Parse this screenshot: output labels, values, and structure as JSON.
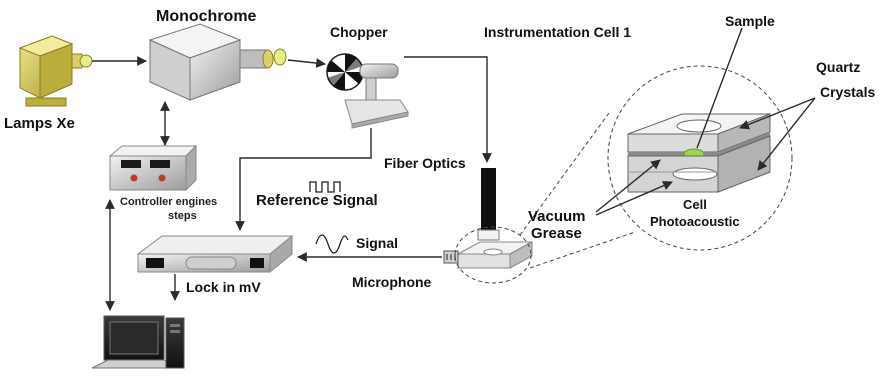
{
  "labels": {
    "monochrome": "Monochrome",
    "chopper": "Chopper",
    "instrumentation_cell": "Instrumentation Cell  1",
    "sample": "Sample",
    "quartz": "Quartz",
    "crystals": "Crystals",
    "lamps": "Lamps Xe",
    "fiber_optics": "Fiber Optics",
    "controller_line1": "Controller engines",
    "controller_line2": "steps",
    "reference_signal": "Reference Signal",
    "vacuum": "Vacuum",
    "grease": "Grease",
    "cell": "Cell",
    "photoacoustic": "Photoacoustic",
    "signal": "Signal",
    "lockin": "Lock in mV",
    "microphone": "Microphone"
  },
  "colors": {
    "line": "#2b2b2b",
    "lamp": "#d9cf6a",
    "lamp_dark": "#a89a2e",
    "glow": "#e8ef8a",
    "sample": "#9fd64a",
    "device_light": "#e6e6e6",
    "device_dark": "#9a9a9a",
    "red_knob": "#c0392b"
  }
}
